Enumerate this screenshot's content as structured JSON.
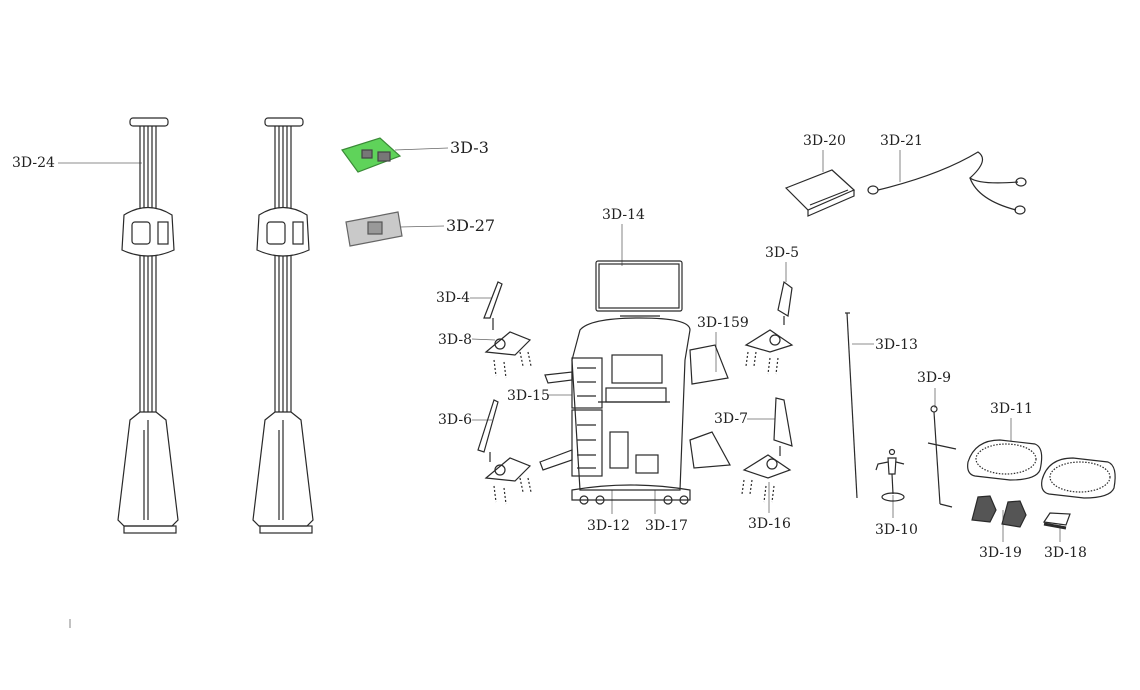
{
  "diagram": {
    "colors": {
      "line": "#2a2a2a",
      "leader": "#555555",
      "board_green": "#5fd35a",
      "board_gray": "#b9b9b9"
    },
    "labels": {
      "l24": "3D-24",
      "l3": "3D-3",
      "l27": "3D-27",
      "l14": "3D-14",
      "l4": "3D-4",
      "l8": "3D-8",
      "l15": "3D-15",
      "l6": "3D-6",
      "l12": "3D-12",
      "l17": "3D-17",
      "l159": "3D-159",
      "l5": "3D-5",
      "l7": "3D-7",
      "l16": "3D-16",
      "l20": "3D-20",
      "l21": "3D-21",
      "l13": "3D-13",
      "l9": "3D-9",
      "l11": "3D-11",
      "l10": "3D-10",
      "l19": "3D-19",
      "l18": "3D-18"
    }
  }
}
